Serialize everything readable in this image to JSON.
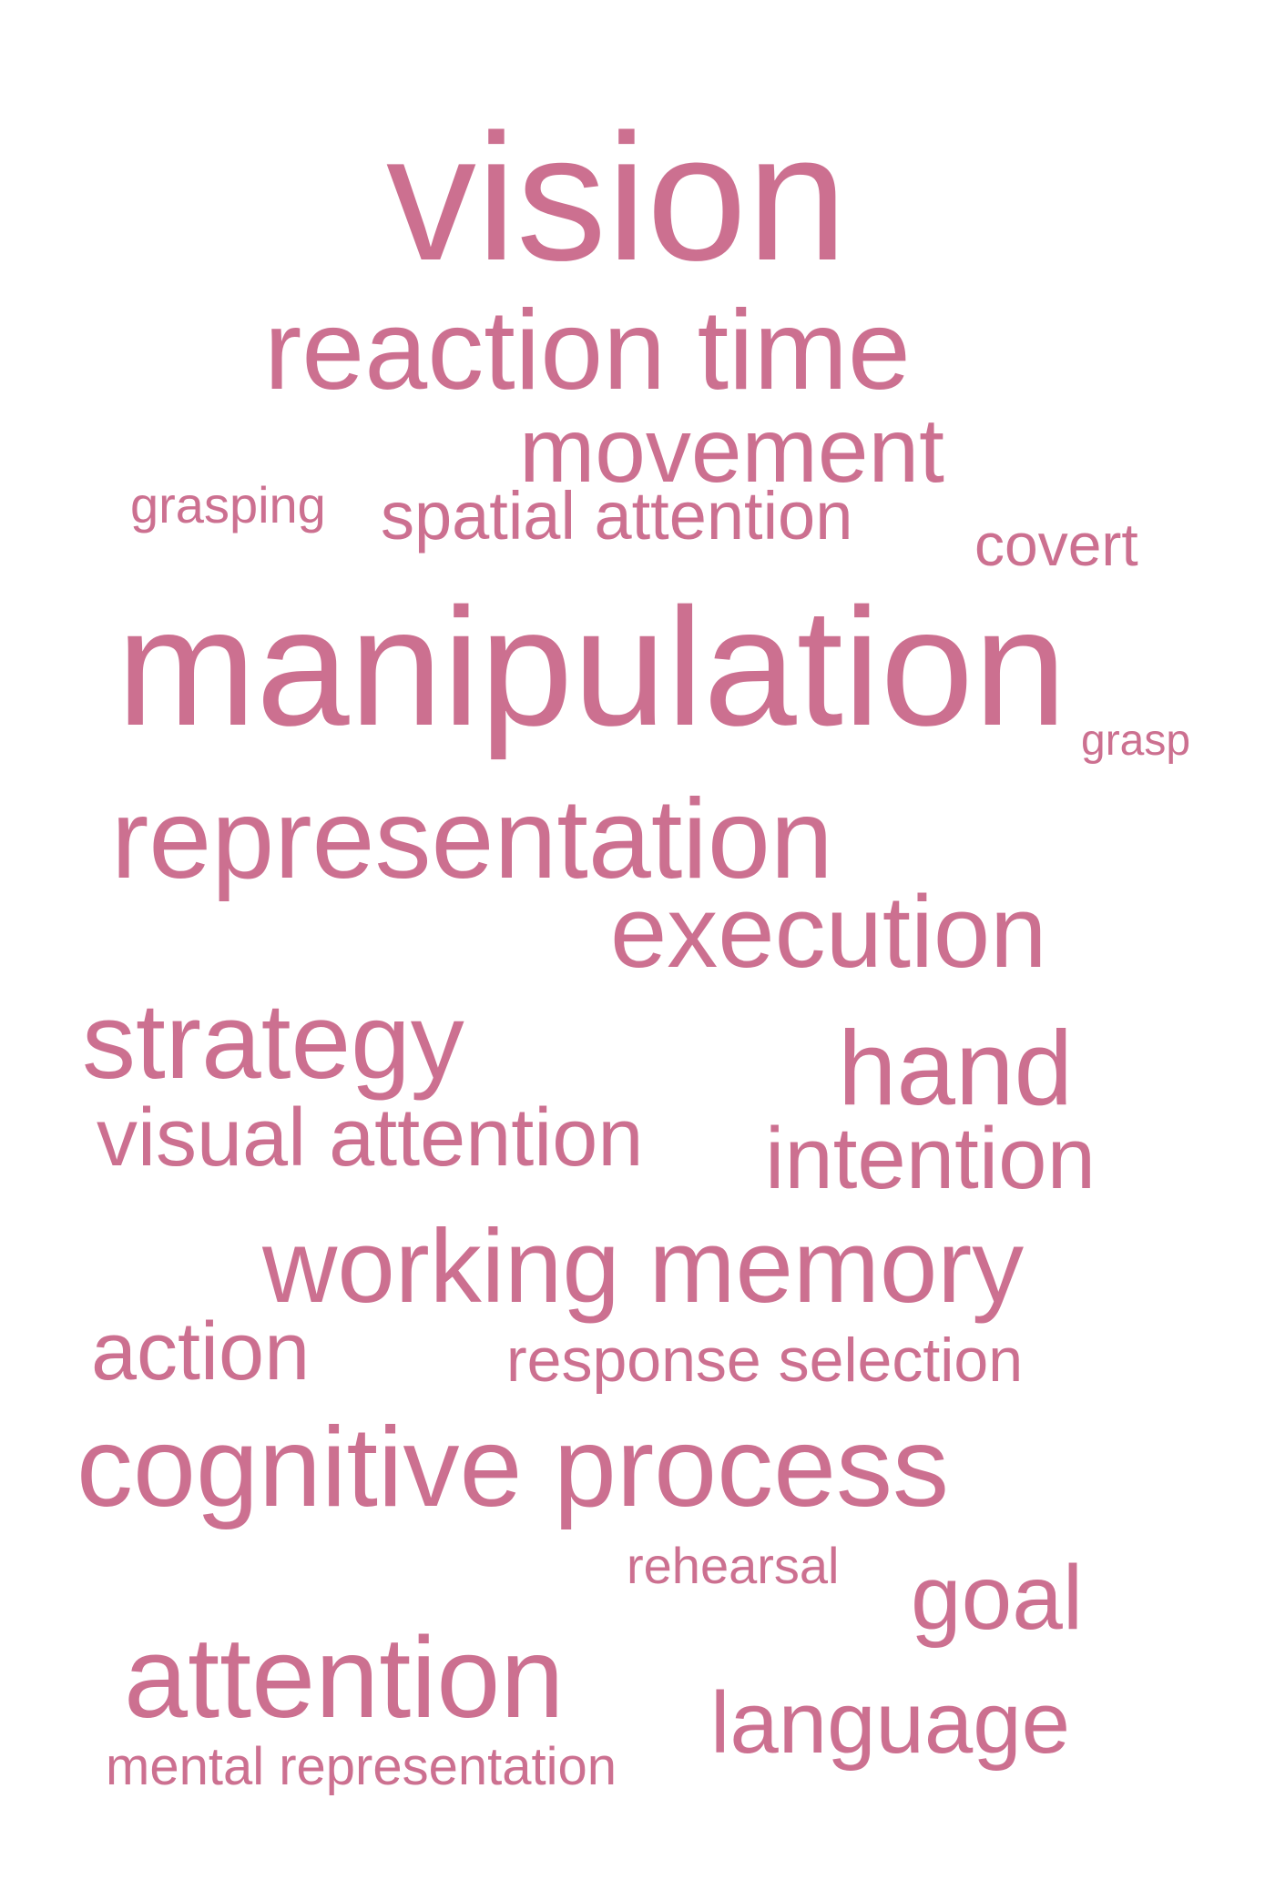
{
  "cloud": {
    "color": "#cc7090",
    "words": [
      {
        "id": "vision",
        "text": "vision"
      },
      {
        "id": "reaction-time",
        "text": "reaction time"
      },
      {
        "id": "movement",
        "text": "movement"
      },
      {
        "id": "grasping",
        "text": "grasping"
      },
      {
        "id": "spatial-attention",
        "text": "spatial attention"
      },
      {
        "id": "covert",
        "text": "covert"
      },
      {
        "id": "manipulation",
        "text": "manipulation"
      },
      {
        "id": "grasp",
        "text": "grasp"
      },
      {
        "id": "representation",
        "text": "representation"
      },
      {
        "id": "execution",
        "text": "execution"
      },
      {
        "id": "strategy",
        "text": "strategy"
      },
      {
        "id": "hand",
        "text": "hand"
      },
      {
        "id": "visual-attention",
        "text": "visual attention"
      },
      {
        "id": "intention",
        "text": "intention"
      },
      {
        "id": "working-memory",
        "text": "working memory"
      },
      {
        "id": "action",
        "text": "action"
      },
      {
        "id": "response-selection",
        "text": "response selection"
      },
      {
        "id": "cognitive-process",
        "text": "cognitive process"
      },
      {
        "id": "rehearsal",
        "text": "rehearsal"
      },
      {
        "id": "goal",
        "text": "goal"
      },
      {
        "id": "attention",
        "text": "attention"
      },
      {
        "id": "language",
        "text": "language"
      },
      {
        "id": "mental-representation",
        "text": "mental representation"
      }
    ]
  }
}
